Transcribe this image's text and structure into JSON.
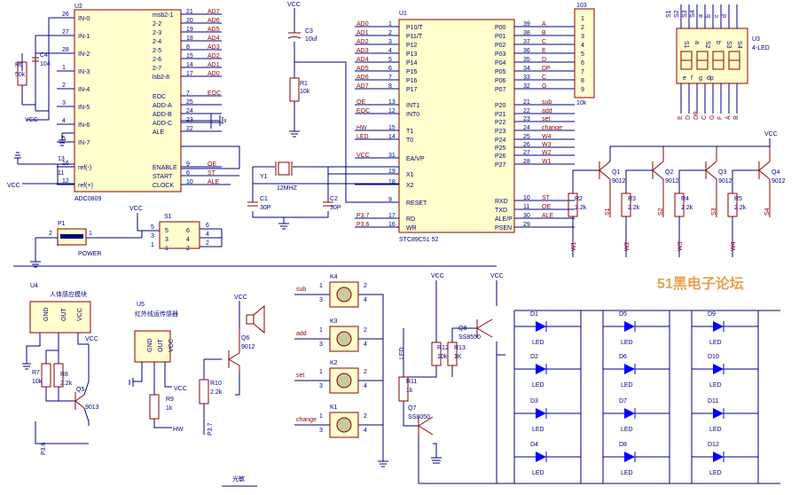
{
  "adc": {
    "ref": "U2",
    "part": "ADC0809",
    "left_pins": [
      {
        "num": "26",
        "name": "IN-0"
      },
      {
        "num": "27",
        "name": "IN-1"
      },
      {
        "num": "28",
        "name": "IN-2"
      },
      {
        "num": "1",
        "name": "IN-3"
      },
      {
        "num": "2",
        "name": "IN-4"
      },
      {
        "num": "3",
        "name": "IN-5"
      },
      {
        "num": "4",
        "name": "IN-6"
      },
      {
        "num": "5",
        "name": "IN-7"
      },
      {
        "num": "16",
        "name": "ref(-)"
      },
      {
        "num": "12",
        "name": "ref(+)"
      }
    ],
    "right_pins": [
      {
        "num": "21",
        "name": "msb2-1",
        "net": "AD7"
      },
      {
        "num": "20",
        "name": "2-2",
        "net": "AD6"
      },
      {
        "num": "19",
        "name": "2-3",
        "net": "AD5"
      },
      {
        "num": "18",
        "name": "2-4",
        "net": "AD4"
      },
      {
        "num": "8",
        "name": "2-5",
        "net": "AD3"
      },
      {
        "num": "15",
        "name": "2-6",
        "net": "AD2"
      },
      {
        "num": "14",
        "name": "2-7",
        "net": "AD1"
      },
      {
        "num": "17",
        "name": "lsb2-8",
        "net": "AD0"
      },
      {
        "num": "7",
        "name": "EOC",
        "net": "EOC"
      },
      {
        "num": "25",
        "name": "ADD-A",
        "net": ""
      },
      {
        "num": "24",
        "name": "ADD-B",
        "net": ""
      },
      {
        "num": "23",
        "name": "ADD-C",
        "net": ""
      },
      {
        "num": "22",
        "name": "ALE",
        "net": ""
      },
      {
        "num": "9",
        "name": "ENABLE",
        "net": "OE"
      },
      {
        "num": "6",
        "name": "START",
        "net": "ST"
      },
      {
        "num": "10",
        "name": "CLOCK",
        "net": "ALE"
      }
    ],
    "extra_pins": [
      "13",
      "11"
    ]
  },
  "mcu": {
    "ref": "U1",
    "part": "STC89C51 52",
    "left_pins": [
      {
        "num": "1",
        "name": "P10/T",
        "net": "AD0"
      },
      {
        "num": "2",
        "name": "P11/T",
        "net": "AD1"
      },
      {
        "num": "3",
        "name": "P12",
        "net": "AD2"
      },
      {
        "num": "4",
        "name": "P13",
        "net": "AD3"
      },
      {
        "num": "5",
        "name": "P14",
        "net": "AD4"
      },
      {
        "num": "6",
        "name": "P15",
        "net": "AD5"
      },
      {
        "num": "7",
        "name": "P16",
        "net": "AD6"
      },
      {
        "num": "8",
        "name": "P17",
        "net": "AD7"
      },
      {
        "num": "13",
        "name": "INT1",
        "net": "OE"
      },
      {
        "num": "12",
        "name": "INT0",
        "net": "EOC"
      },
      {
        "num": "15",
        "name": "T1",
        "net": "HW"
      },
      {
        "num": "14",
        "name": "T0",
        "net": "LED"
      },
      {
        "num": "31",
        "name": "EA/VP",
        "net": "VCC"
      },
      {
        "num": "19",
        "name": "X1",
        "net": ""
      },
      {
        "num": "18",
        "name": "X2",
        "net": ""
      },
      {
        "num": "9",
        "name": "RESET",
        "net": ""
      },
      {
        "num": "17",
        "name": "RD",
        "net": "P3.7"
      },
      {
        "num": "16",
        "name": "WR",
        "net": "P3.6"
      }
    ],
    "right_pins": [
      {
        "num": "39",
        "name": "P00",
        "net": "A"
      },
      {
        "num": "38",
        "name": "P01",
        "net": "B"
      },
      {
        "num": "37",
        "name": "P02",
        "net": "C"
      },
      {
        "num": "36",
        "name": "P03",
        "net": "E"
      },
      {
        "num": "35",
        "name": "P04",
        "net": "D"
      },
      {
        "num": "34",
        "name": "P05",
        "net": "DP"
      },
      {
        "num": "33",
        "name": "P06",
        "net": "C"
      },
      {
        "num": "32",
        "name": "P07",
        "net": "G"
      },
      {
        "num": "21",
        "name": "P20",
        "net": "sub"
      },
      {
        "num": "22",
        "name": "P21",
        "net": "add"
      },
      {
        "num": "23",
        "name": "P22",
        "net": "set"
      },
      {
        "num": "24",
        "name": "P23",
        "net": "change"
      },
      {
        "num": "25",
        "name": "P24",
        "net": "W4"
      },
      {
        "num": "26",
        "name": "P25",
        "net": "W3"
      },
      {
        "num": "27",
        "name": "P26",
        "net": "W2"
      },
      {
        "num": "28",
        "name": "P27",
        "net": "W1"
      },
      {
        "num": "10",
        "name": "RXD",
        "net": "ST"
      },
      {
        "num": "11",
        "name": "TXD",
        "net": "OE"
      },
      {
        "num": "30",
        "name": "ALE/P",
        "net": "ALE"
      },
      {
        "num": "29",
        "name": "PSEN",
        "net": ""
      }
    ]
  },
  "resnet": {
    "ref": "103",
    "value": "10k",
    "pins": [
      "1",
      "2",
      "3",
      "4",
      "5",
      "6",
      "7",
      "8",
      "9"
    ]
  },
  "display": {
    "ref": "U3",
    "part": "4-LED",
    "top_pins": [
      "S1",
      "S2",
      "S3",
      "S4",
      "a",
      "b",
      "c",
      "d"
    ],
    "segments": [
      "e",
      "f",
      "g",
      "dp"
    ],
    "box_labels": [
      "S1",
      "a",
      "S2",
      "b",
      "S3",
      "S4"
    ],
    "bottom_labels": [
      "E",
      "D",
      "DP",
      "C",
      "G",
      "F",
      "A",
      "B"
    ]
  },
  "labels": {
    "vcc": "VCC",
    "c3": "C3",
    "c3_val": "10uf",
    "r1": "R1",
    "r1_val": "10k",
    "c4": "C4",
    "c4_val": "104",
    "r6": "R6",
    "r6_val": "50k",
    "y1": "Y1",
    "y1_val": "12MHZ",
    "c1": "C1",
    "c1_val": "30P",
    "c2": "C2",
    "c2_val": "30P",
    "p1": "P1",
    "power": "POWER",
    "s1": "S1",
    "u4": "U4",
    "u4_name": "人体感应模块",
    "gnd": "GND",
    "out": "OUT",
    "r7": "R7",
    "r7_val": "10k",
    "r8": "R8",
    "r8_val": "2.2k",
    "q5": "Q5",
    "q5_val": "9013",
    "p36": "P3.6",
    "u5": "U5",
    "u5_name": "红外线运传感器",
    "r9": "R9",
    "r9_val": "1k",
    "hw": "HW",
    "r10": "R10",
    "r10_val": "2.2k",
    "q6": "Q6",
    "q6_val": "9012",
    "p37": "P3.7",
    "k4": "K4",
    "k3": "K3",
    "k2": "K2",
    "k1": "K1",
    "sub": "sub",
    "add": "add",
    "set": "set",
    "change": "change",
    "led": "LED",
    "r11": "R11",
    "r11_val": "1k",
    "q7": "Q7",
    "q7_val": "SS8050",
    "r12": "R12",
    "r12_val": "10k",
    "r13": "R13",
    "r13_val": "1K",
    "q8": "Q8",
    "q8_val": "SS8550",
    "footer_net": "光敏",
    "q1": "Q1",
    "q2": "Q2",
    "q3": "Q3",
    "q4": "Q4",
    "q_val": "9012",
    "r2": "R2",
    "r3": "R3",
    "r4": "R4",
    "r5": "R5",
    "r_val": "2.2k",
    "w1": "W1",
    "w2": "W2",
    "w3": "W3",
    "w4": "W4",
    "s1n": "S1",
    "s2n": "S2",
    "s3n": "S3",
    "s4n": "S4",
    "watermark": "51黑电子论坛"
  },
  "leds": [
    "D1",
    "D2",
    "D3",
    "D4",
    "D5",
    "D6",
    "D7",
    "D8",
    "D9",
    "D10",
    "D11",
    "D12"
  ],
  "colors": {
    "wire": "#000080",
    "component": "#8b0000",
    "body": "#fffecc",
    "watermark": "#e8a050"
  }
}
